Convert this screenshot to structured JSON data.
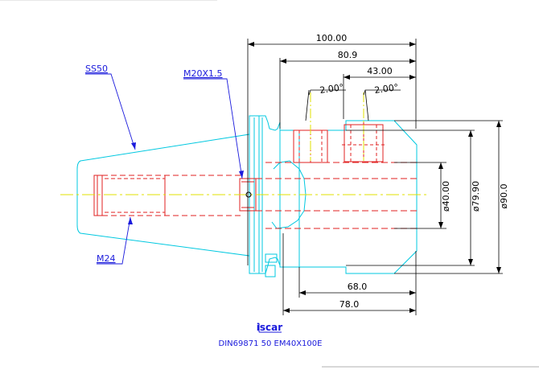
{
  "callouts": {
    "taper": "SS50",
    "thread_front": "M20X1.5",
    "thread_rear": "M24"
  },
  "dimensions": {
    "overall_length": "100.00",
    "body_length": "80.9",
    "front_length": "43.00",
    "angle_1": "2.00°",
    "angle_2": "2.00°",
    "bore_diameter": "ø40.00",
    "body_diameter": "ø79.90",
    "outer_diameter": "ø90.0",
    "length_68": "68.0",
    "length_78": "78.0"
  },
  "logo": {
    "text": "iscar"
  },
  "caption": "DIN69871  50  EM40X100E",
  "colors": {
    "outline": "#00c8e0",
    "hidden": "#e02020",
    "centerline": "#e0e000",
    "dimension": "#000000",
    "callout": "#1a1adc"
  }
}
